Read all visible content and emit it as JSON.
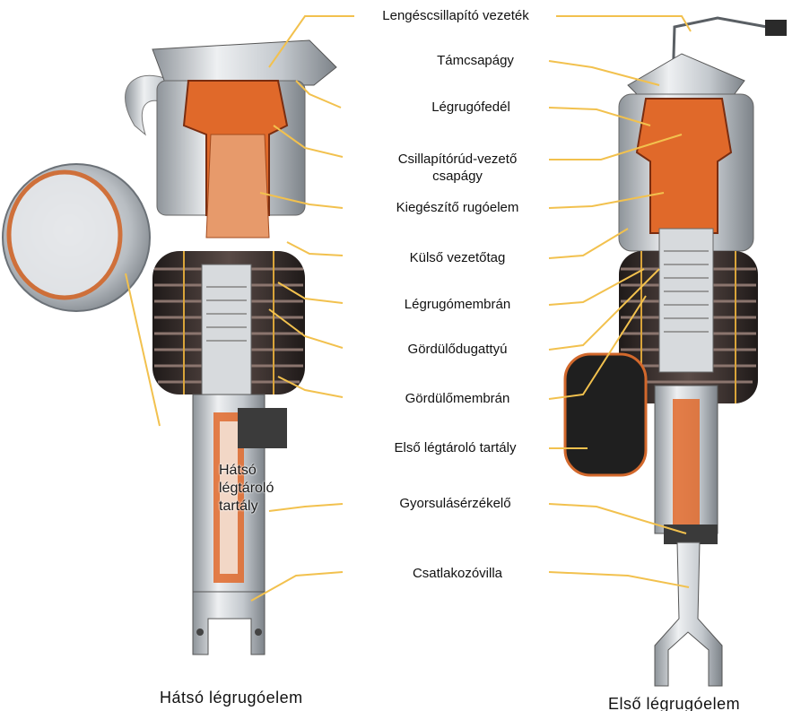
{
  "labels": {
    "lengescsillapito_vezetek": "Lengéscsillapító vezeték",
    "tamcsapagy": "Támcsapágy",
    "legrugofedel": "Légrugófedél",
    "csillapitorud_vezeto_line1": "Csillapítórúd-vezető",
    "csillapitorud_vezeto_line2": "csapágy",
    "kiegeszito_rugoelem": "Kiegészítő rugóelem",
    "kulso_vezetotag": "Külső vezetőtag",
    "legrugomembran": "Légrugómembrán",
    "gordulodugattyu": "Gördülődugattyú",
    "gordulomembran": "Gördülőmembrán",
    "elso_legtarolo_tartaly": "Első légtároló tartály",
    "gyorsulaserzekelo": "Gyorsulásérzékelő",
    "csatlakozovilla": "Csatlakozóvilla"
  },
  "overlay": {
    "hatso_legtarolo_line1": "Hátsó",
    "hatso_legtarolo_line2": "légtároló",
    "hatso_legtarolo_line3": "tartály"
  },
  "captions": {
    "rear": "Hátsó légrugóelem",
    "front": "Első légrugóelem"
  },
  "colors": {
    "leader_line": "#f2c14e",
    "cutaway_orange": "#e0692a",
    "bellows_dark": "#3a2f2d",
    "metal_light": "#d9dcdf",
    "metal_mid": "#a8adb2"
  }
}
